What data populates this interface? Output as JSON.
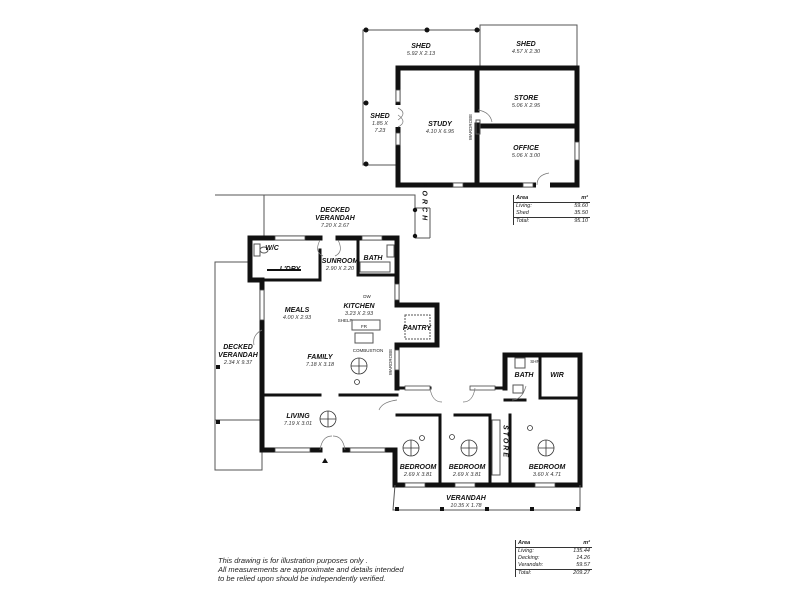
{
  "outbuilding": {
    "rooms": [
      {
        "name": "SHED",
        "dims": "5.92 X 2.13"
      },
      {
        "name": "SHED",
        "dims": "4.57 X 2.30"
      },
      {
        "name": "SHED",
        "dims": "1.85 X",
        "dims2": "7.23"
      },
      {
        "name": "STUDY",
        "dims": "4.10 X 6.95"
      },
      {
        "name": "STORE",
        "dims": "5.06 X 2.95"
      },
      {
        "name": "OFFICE",
        "dims": "5.06 X 3.00"
      }
    ],
    "fixture": "WARDROBE"
  },
  "area_table_1": {
    "header": [
      "Area",
      "m²"
    ],
    "rows": [
      [
        "Living:",
        "59.60"
      ],
      [
        "Shed",
        "35.50"
      ]
    ],
    "total": [
      "Total:",
      "95.10"
    ]
  },
  "house": {
    "rooms": [
      {
        "name": "DECKED",
        "name2": "VERANDAH",
        "dims": "7.20 X 2.67"
      },
      {
        "name": "SUNROOM",
        "dims": "2.90 X 2.20"
      },
      {
        "name": "BATH"
      },
      {
        "name": "W/C"
      },
      {
        "name": "L'DRY"
      },
      {
        "name": "MEALS",
        "dims": "4.00 X 2.93"
      },
      {
        "name": "KITCHEN",
        "dims": "3.23 X 2.93"
      },
      {
        "name": "PANTRY"
      },
      {
        "name": "DECKED",
        "name2": "VERANDAH",
        "dims": "2.34 X 9.37"
      },
      {
        "name": "FAMILY",
        "dims": "7.18 X 3.18"
      },
      {
        "name": "LIVING",
        "dims": "7.19 X 3.01"
      },
      {
        "name": "BEDROOM",
        "dims": "2.69 X 3.81"
      },
      {
        "name": "BEDROOM",
        "dims": "2.69 X 3.81"
      },
      {
        "name": "STORE"
      },
      {
        "name": "BEDROOM",
        "dims": "3.60 X 4.71"
      },
      {
        "name": "BATH"
      },
      {
        "name": "WIR"
      },
      {
        "name": "VERANDAH",
        "dims": "10.35 X 1.78"
      }
    ],
    "porch": "PORCH",
    "fixtures": {
      "dw": "DW",
      "shelf": "SHELF",
      "fr": "FR",
      "combustion": "COMBUSTION",
      "wardrobe": "WARDROBE",
      "shr": "SHR"
    }
  },
  "area_table_2": {
    "header": [
      "Area",
      "m²"
    ],
    "rows": [
      [
        "Living:",
        "135.44"
      ],
      [
        "Decking:",
        "14.26"
      ],
      [
        "Verandah:",
        "59.57"
      ]
    ],
    "total": [
      "Total:",
      "209.27"
    ]
  },
  "disclaimer": [
    "This drawing is for illustration purposes only .",
    "All measurements are approximate and details intended",
    "to be relied upon should be independently verified."
  ]
}
